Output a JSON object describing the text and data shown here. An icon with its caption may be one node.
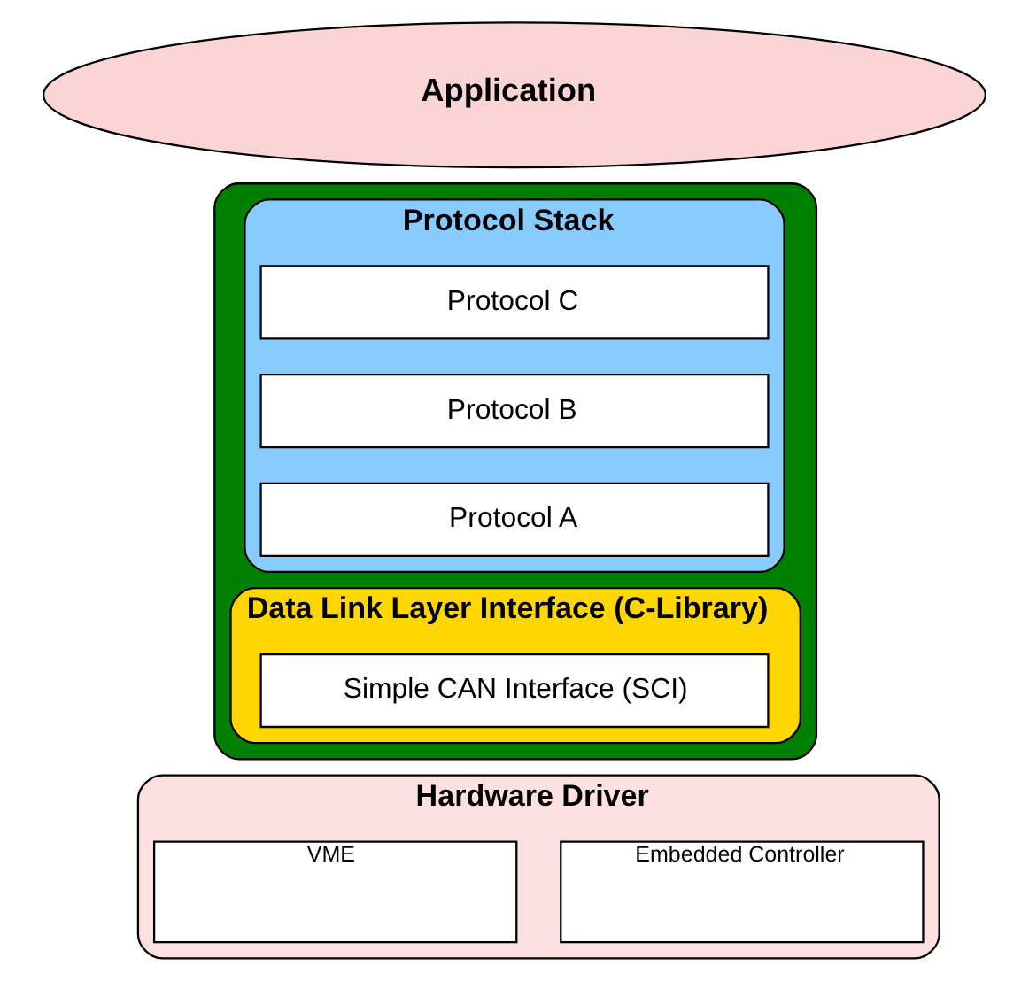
{
  "diagram": {
    "nodes": [
      {
        "text": [
          "Application"
        ]
      },
      {
        "text": [],
        "shape": "box"
      },
      {
        "text": [
          "Protocol Stack"
        ],
        "in": 1
      },
      {
        "text": [
          "Protocol C"
        ],
        "in": 2
      },
      {
        "text": [
          "Protocol B"
        ],
        "in": 2
      },
      {
        "text": [
          "Protocol A"
        ],
        "in": 2
      },
      {
        "text": [
          "Data Link Layer Interface (C-Library)"
        ],
        "in": 1
      },
      {
        "text": [
          "Simple CAN Interface (SCI)"
        ],
        "in": 6
      },
      {
        "text": [
          "Hardware Driver"
        ]
      },
      {
        "text": [
          "VME"
        ],
        "in": 8
      },
      {
        "text": [
          "Embedded Controller"
        ],
        "in": 8
      }
    ],
    "edges": []
  }
}
